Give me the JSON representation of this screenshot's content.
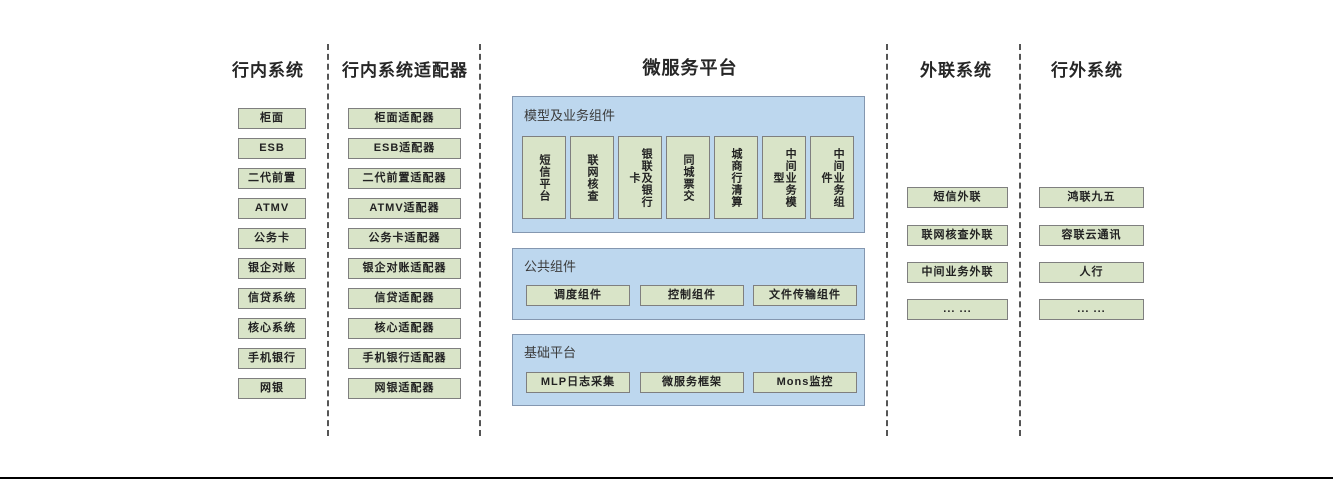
{
  "diagram": {
    "title_center": "微服务平台",
    "columns": [
      {
        "key": "in_bank_systems",
        "title": "行内系统",
        "items": [
          "柜面",
          "ESB",
          "二代前置",
          "ATMV",
          "公务卡",
          "银企对账",
          "信贷系统",
          "核心系统",
          "手机银行",
          "网银"
        ]
      },
      {
        "key": "in_bank_adapters",
        "title": "行内系统适配器",
        "items": [
          "柜面适配器",
          "ESB适配器",
          "二代前置适配器",
          "ATMV适配器",
          "公务卡适配器",
          "银企对账适配器",
          "信贷适配器",
          "核心适配器",
          "手机银行适配器",
          "网银适配器"
        ]
      },
      {
        "key": "external_link_systems",
        "title": "外联系统",
        "items": [
          "短信外联",
          "联网核查外联",
          "中间业务外联",
          "... ..."
        ]
      },
      {
        "key": "outside_bank_systems",
        "title": "行外系统",
        "items": [
          "鸿联九五",
          "容联云通讯",
          "人行",
          "... ..."
        ]
      }
    ],
    "platform": {
      "title": "微服务平台",
      "groups": [
        {
          "key": "model_business_components",
          "label": "模型及业务组件",
          "orientation": "vertical",
          "items": [
            "短信平台",
            "联网核查",
            "银联及银行卡",
            "同城票交",
            "城商行清算",
            "中间业务模型",
            "中间业务组件"
          ]
        },
        {
          "key": "public_components",
          "label": "公共组件",
          "orientation": "horizontal",
          "items": [
            "调度组件",
            "控制组件",
            "文件传输组件"
          ]
        },
        {
          "key": "base_platform",
          "label": "基础平台",
          "orientation": "horizontal",
          "items": [
            "MLP日志采集",
            "微服务框架",
            "Mons监控"
          ]
        }
      ]
    },
    "colors": {
      "node_fill": "#d9e4c8",
      "node_border": "#7f7f7f",
      "panel_fill": "#bdd7ee",
      "panel_border": "#8497b0",
      "separator": "#555555",
      "text": "#262626"
    }
  }
}
